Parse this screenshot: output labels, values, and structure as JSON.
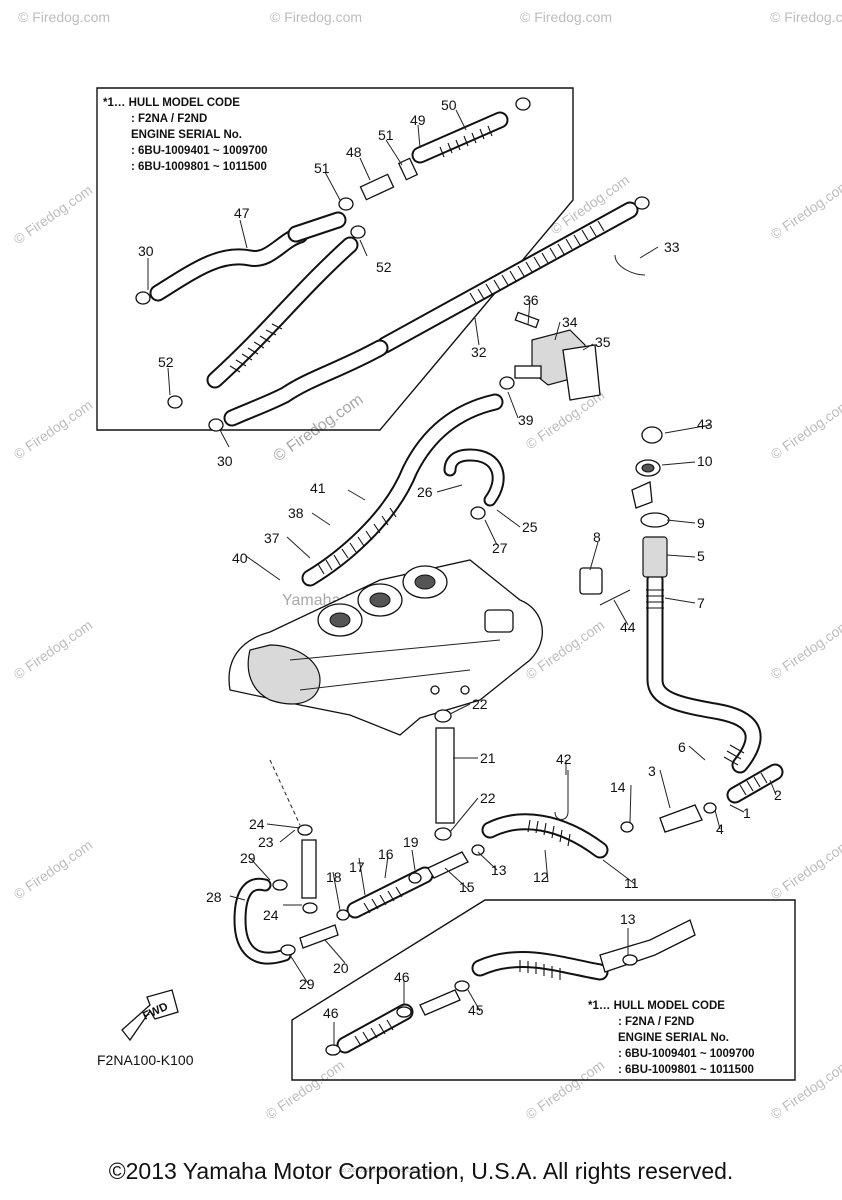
{
  "boxes": {
    "top": {
      "title": "*1… HULL MODEL CODE",
      "models": ": F2NA / F2ND",
      "serial_header": "ENGINE SERIAL No.",
      "serial_1": ": 6BU-1009401 ~ 1009700",
      "serial_2": ": 6BU-1009801 ~ 1011500"
    },
    "bottom": {
      "title": "*1… HULL MODEL CODE",
      "models": ": F2NA / F2ND",
      "serial_header": "ENGINE SERIAL No.",
      "serial_1": ": 6BU-1009401 ~ 1009700",
      "serial_2": ": 6BU-1009801 ~ 1011500"
    }
  },
  "callouts": {
    "p1": "1",
    "p2": "2",
    "p3": "3",
    "p4": "4",
    "p5": "5",
    "p6": "6",
    "p7": "7",
    "p8": "8",
    "p9": "9",
    "p10": "10",
    "p11": "11",
    "p12": "12",
    "p13a": "13",
    "p13b": "13",
    "p14": "14",
    "p15": "15",
    "p16": "16",
    "p17": "17",
    "p18": "18",
    "p19": "19",
    "p20": "20",
    "p21": "21",
    "p22a": "22",
    "p22b": "22",
    "p23": "23",
    "p24a": "24",
    "p24b": "24",
    "p25": "25",
    "p26": "26",
    "p27": "27",
    "p28": "28",
    "p29a": "29",
    "p29b": "29",
    "p30a": "30",
    "p30b": "30",
    "p32": "32",
    "p33": "33",
    "p34": "34",
    "p35": "35",
    "p36": "36",
    "p37": "37",
    "p38": "38",
    "p39": "39",
    "p40": "40",
    "p41": "41",
    "p42": "42",
    "p43": "43",
    "p44": "44",
    "p45": "45",
    "p46a": "46",
    "p46b": "46",
    "p47": "47",
    "p48": "48",
    "p49": "49",
    "p50": "50",
    "p51a": "51",
    "p51b": "51",
    "p52a": "52",
    "p52b": "52"
  },
  "fwd_label": "FWD",
  "figure_code": "F2NA100-K100",
  "watermarks": {
    "site": "© Firedog.com",
    "company": "Yamaha Motor Corp, U.S.A.",
    "small": "(c) 2005-2015 Yamaha Motor Corporation, U.S.A."
  },
  "copyright": "©2013 Yamaha Motor Corporation, U.S.A. All rights reserved.",
  "colors": {
    "ink": "#111111",
    "watermark": "#bdbdbd",
    "background": "#ffffff"
  }
}
